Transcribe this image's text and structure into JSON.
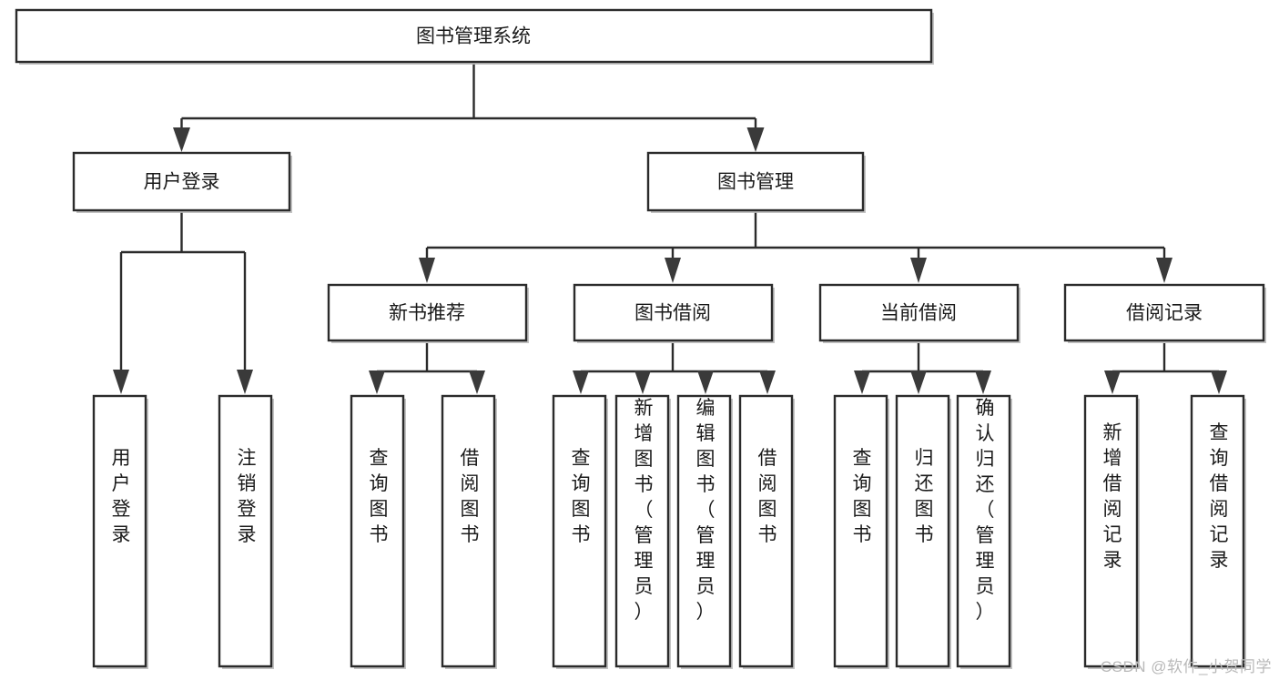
{
  "diagram": {
    "type": "tree",
    "title": "图书管理系统",
    "watermark": "CSDN @软件_小贺同学",
    "colors": {
      "box_stroke": "#2b2b2b",
      "box_fill": "#ffffff",
      "text": "#1a1a1a",
      "connector": "#2b2b2b",
      "watermark": "#b9b9b9"
    },
    "levels": {
      "root": {
        "label": "图书管理系统"
      },
      "level2": [
        {
          "label": "用户登录"
        },
        {
          "label": "图书管理"
        }
      ],
      "level3": [
        {
          "label": "新书推荐"
        },
        {
          "label": "图书借阅"
        },
        {
          "label": "当前借阅"
        },
        {
          "label": "借阅记录"
        }
      ],
      "leaves": {
        "user_login": [
          {
            "label": "用户登录"
          },
          {
            "label": "注销登录"
          }
        ],
        "new_book_recommend": [
          {
            "label": "查询图书"
          },
          {
            "label": "借阅图书"
          }
        ],
        "book_borrow": [
          {
            "label": "查询图书"
          },
          {
            "label": "新增图书（管理员）"
          },
          {
            "label": "编辑图书（管理员）"
          },
          {
            "label": "借阅图书"
          }
        ],
        "current_borrow": [
          {
            "label": "查询图书"
          },
          {
            "label": "归还图书"
          },
          {
            "label": "确认归还（管理员）"
          }
        ],
        "borrow_record": [
          {
            "label": "新增借阅记录"
          },
          {
            "label": "查询借阅记录"
          }
        ]
      }
    }
  }
}
